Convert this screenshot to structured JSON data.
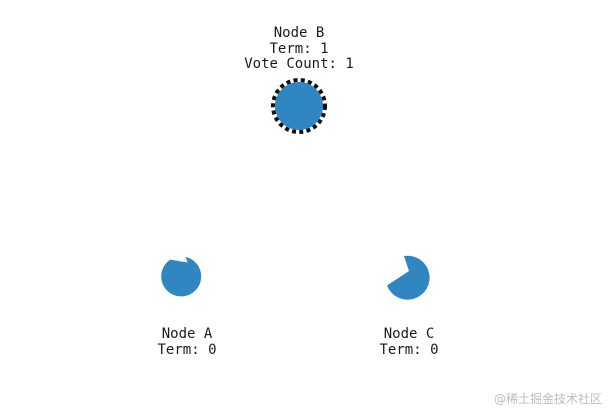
{
  "colors": {
    "node_fill": "#2f86c0",
    "leader_ring": "#111111",
    "text": "#1b1b1b"
  },
  "nodes": {
    "b": {
      "name": "Node B",
      "term": "Term: 1",
      "votes": "Vote Count: 1",
      "role": "candidate"
    },
    "a": {
      "name": "Node A",
      "term": "Term: 0",
      "role": "follower"
    },
    "c": {
      "name": "Node C",
      "term": "Term: 0",
      "role": "follower"
    }
  },
  "watermark": "@稀土掘金技术社区"
}
